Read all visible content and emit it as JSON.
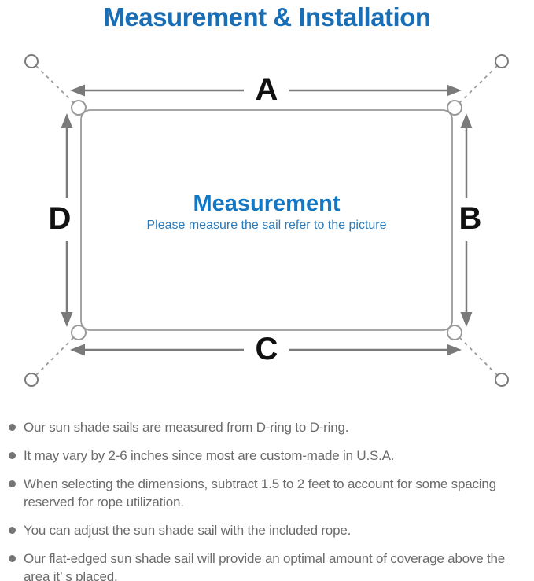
{
  "title": "Measurement & Installation",
  "diagram": {
    "labels": {
      "top": "A",
      "right": "B",
      "bottom": "C",
      "left": "D"
    },
    "center_heading": "Measurement",
    "center_subtitle": "Please measure the sail refer to the picture"
  },
  "notes": [
    "Our sun shade sails are measured from D-ring to D-ring.",
    "It may vary by 2-6 inches since most are custom-made in U.S.A.",
    "When selecting the dimensions, subtract 1.5 to 2 feet to account for some spacing reserved for rope utilization.",
    "You can adjust the sun shade sail with the included rope.",
    "Our flat-edged sun shade sail will provide an optimal amount of coverage above the area it’ s placed."
  ],
  "colors": {
    "title_blue": "#1a6eb5",
    "heading_blue": "#1277c4",
    "subtitle_blue": "#2b7ab8",
    "label_black": "#111111",
    "text_gray": "#6b6b6b",
    "bullet_gray": "#757575",
    "line_gray": "#9a9a9a",
    "arrow_gray": "#7a7a7a"
  }
}
